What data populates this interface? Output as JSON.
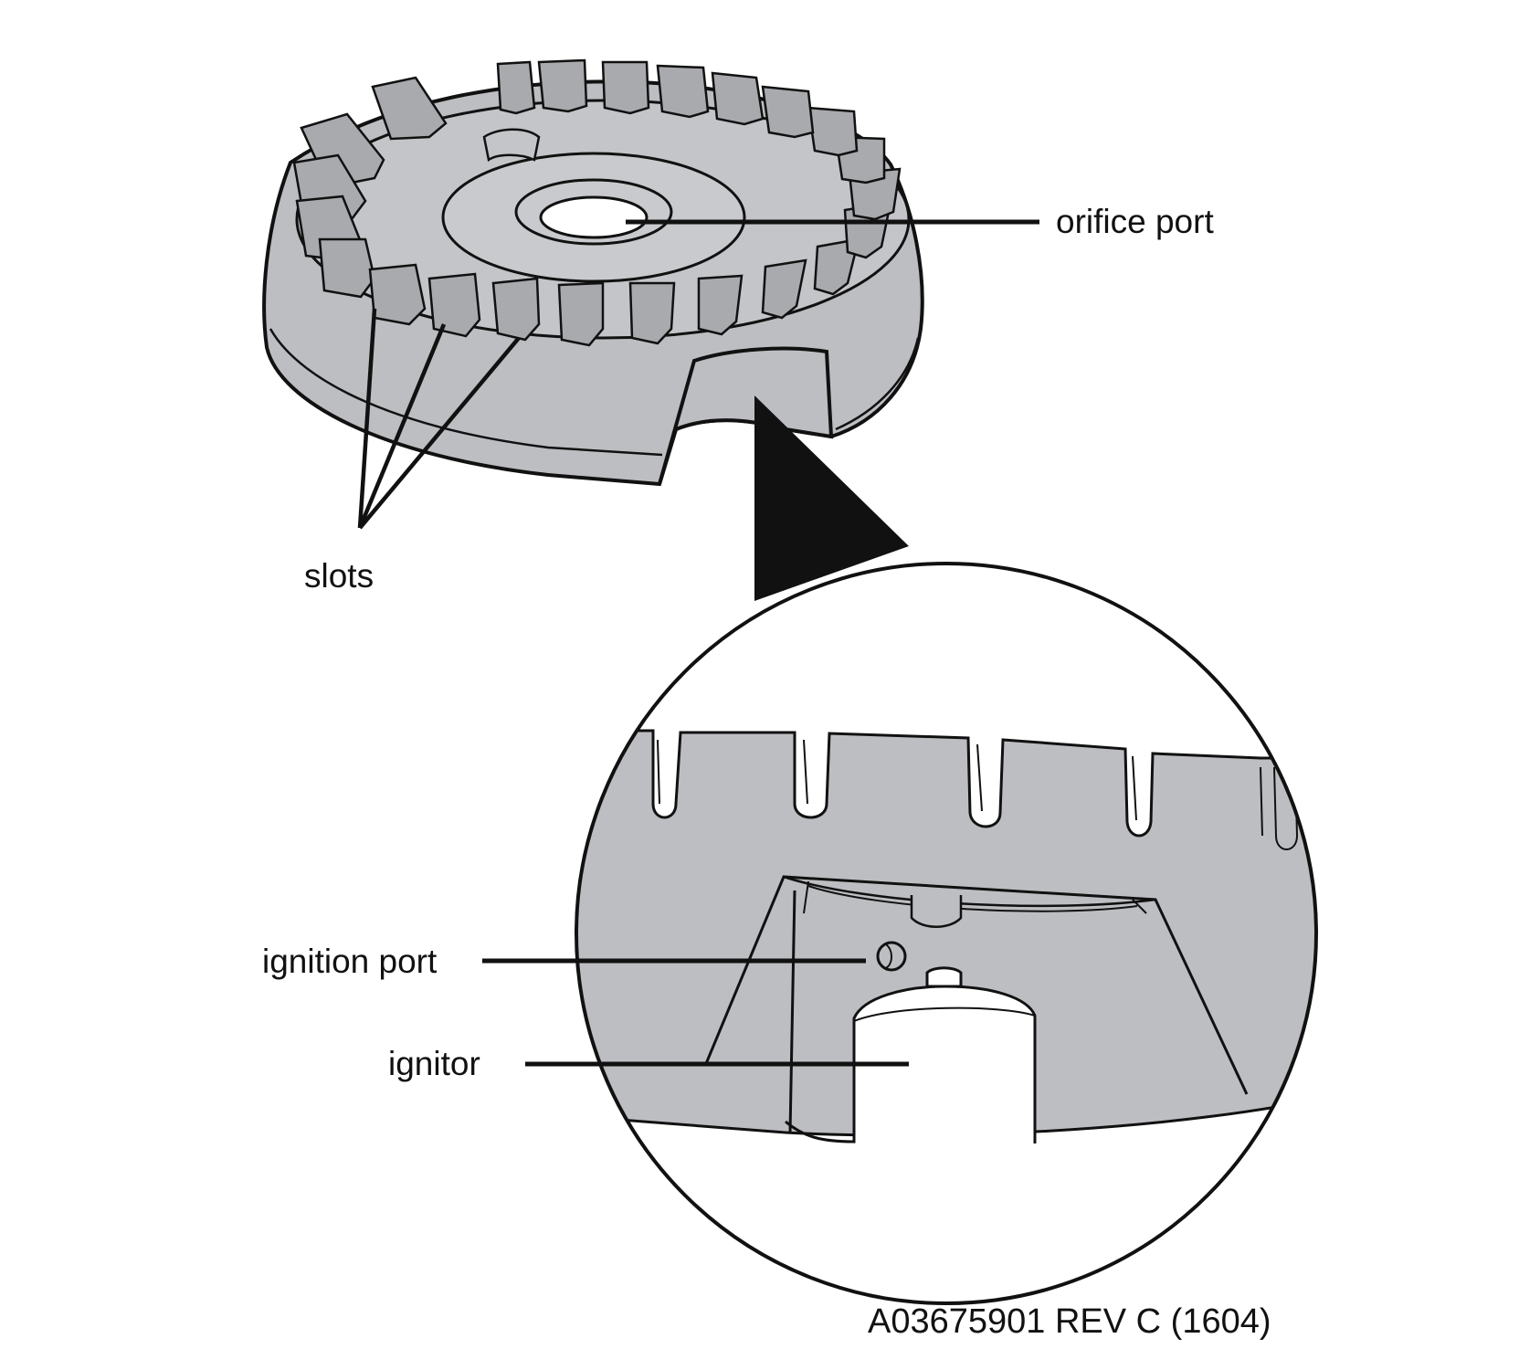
{
  "diagram": {
    "labels": {
      "orifice_port": "orifice port",
      "slots": "slots",
      "ignition_port": "ignition port",
      "ignitor": "ignitor"
    },
    "part_number": "A03675901 REV C (1604)"
  },
  "colors": {
    "body_fill": "#bdbec2",
    "line": "#111111",
    "background": "#ffffff",
    "ignitor_fill": "#ffffff"
  }
}
